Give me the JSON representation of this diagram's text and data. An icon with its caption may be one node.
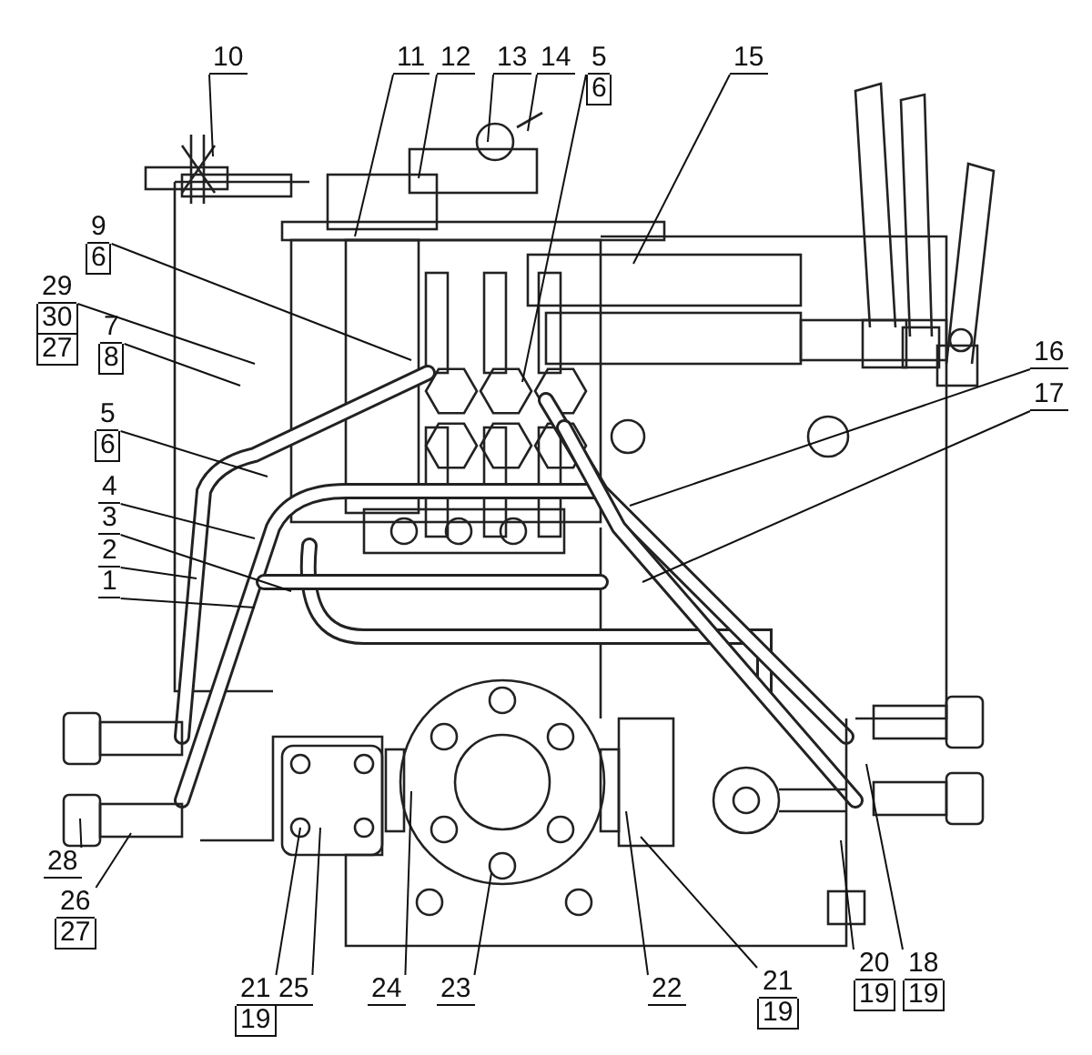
{
  "diagram": {
    "nodes": [
      {
        "text": [
          "10"
        ]
      },
      {
        "text": [
          "11"
        ]
      },
      {
        "text": [
          "12"
        ]
      },
      {
        "text": [
          "13"
        ]
      },
      {
        "text": [
          "14"
        ]
      },
      {
        "text": [
          "5",
          "6"
        ]
      },
      {
        "text": [
          "15"
        ]
      },
      {
        "text": [
          "9",
          "6"
        ]
      },
      {
        "text": [
          "29",
          "30",
          "27"
        ]
      },
      {
        "text": [
          "7",
          "8"
        ]
      },
      {
        "text": [
          "5",
          "6"
        ]
      },
      {
        "text": [
          "4"
        ]
      },
      {
        "text": [
          "3"
        ]
      },
      {
        "text": [
          "2"
        ]
      },
      {
        "text": [
          "1"
        ]
      },
      {
        "text": [
          "16"
        ]
      },
      {
        "text": [
          "17"
        ]
      },
      {
        "text": [
          "28"
        ]
      },
      {
        "text": [
          "26",
          "27"
        ]
      },
      {
        "text": [
          "21",
          "19"
        ]
      },
      {
        "text": [
          "25"
        ]
      },
      {
        "text": [
          "24"
        ]
      },
      {
        "text": [
          "23"
        ]
      },
      {
        "text": [
          "22"
        ]
      },
      {
        "text": [
          "21",
          "19"
        ]
      },
      {
        "text": [
          "20",
          "19"
        ]
      },
      {
        "text": [
          "18",
          "19"
        ]
      }
    ],
    "edges": [
      {
        "from": 0,
        "to": null,
        "arrow": "none"
      },
      {
        "from": 1,
        "to": null,
        "arrow": "none"
      },
      {
        "from": 2,
        "to": null,
        "arrow": "none"
      },
      {
        "from": 3,
        "to": null,
        "arrow": "none"
      },
      {
        "from": 4,
        "to": null,
        "arrow": "none"
      },
      {
        "from": 5,
        "to": null,
        "arrow": "none"
      },
      {
        "from": 6,
        "to": null,
        "arrow": "none"
      },
      {
        "from": 7,
        "to": null,
        "arrow": "none"
      },
      {
        "from": 8,
        "to": null,
        "arrow": "none"
      },
      {
        "from": 9,
        "to": null,
        "arrow": "none"
      },
      {
        "from": 10,
        "to": null,
        "arrow": "none"
      },
      {
        "from": 11,
        "to": null,
        "arrow": "none"
      },
      {
        "from": 12,
        "to": null,
        "arrow": "none"
      },
      {
        "from": 13,
        "to": null,
        "arrow": "none"
      },
      {
        "from": 14,
        "to": null,
        "arrow": "none"
      },
      {
        "from": 15,
        "to": null,
        "arrow": "none"
      },
      {
        "from": 16,
        "to": null,
        "arrow": "none"
      },
      {
        "from": 17,
        "to": null,
        "arrow": "none"
      },
      {
        "from": 18,
        "to": null,
        "arrow": "none"
      },
      {
        "from": 19,
        "to": null,
        "arrow": "none"
      },
      {
        "from": 20,
        "to": null,
        "arrow": "none"
      },
      {
        "from": 21,
        "to": null,
        "arrow": "none"
      },
      {
        "from": 22,
        "to": null,
        "arrow": "none"
      },
      {
        "from": 23,
        "to": null,
        "arrow": "none"
      },
      {
        "from": 24,
        "to": null,
        "arrow": "none"
      },
      {
        "from": 25,
        "to": null,
        "arrow": "none"
      },
      {
        "from": 26,
        "to": null,
        "arrow": "none"
      }
    ]
  }
}
